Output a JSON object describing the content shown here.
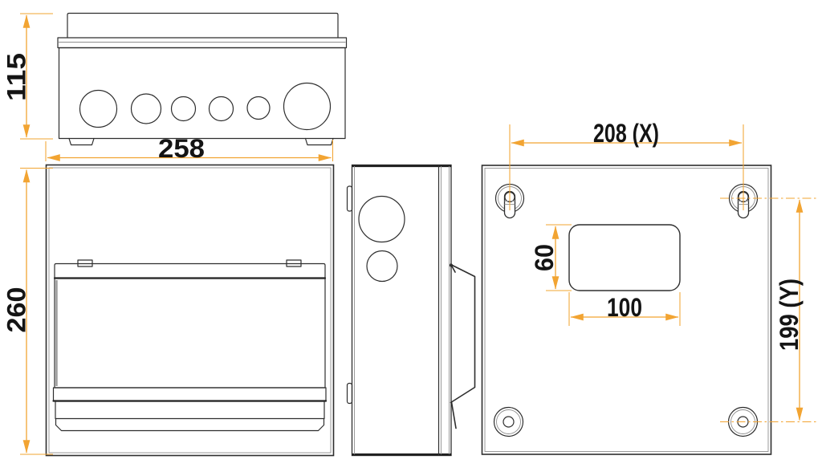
{
  "drawing": {
    "accent_color": "#F2A432",
    "line_color": "#2e2e2e",
    "labels": {
      "top_view_height": "115",
      "overall_width": "258",
      "overall_height": "260",
      "fixing_centres_x": "208 (X)",
      "fixing_centres_y": "199 (Y)",
      "cutout_height": "60",
      "cutout_width": "100"
    }
  }
}
